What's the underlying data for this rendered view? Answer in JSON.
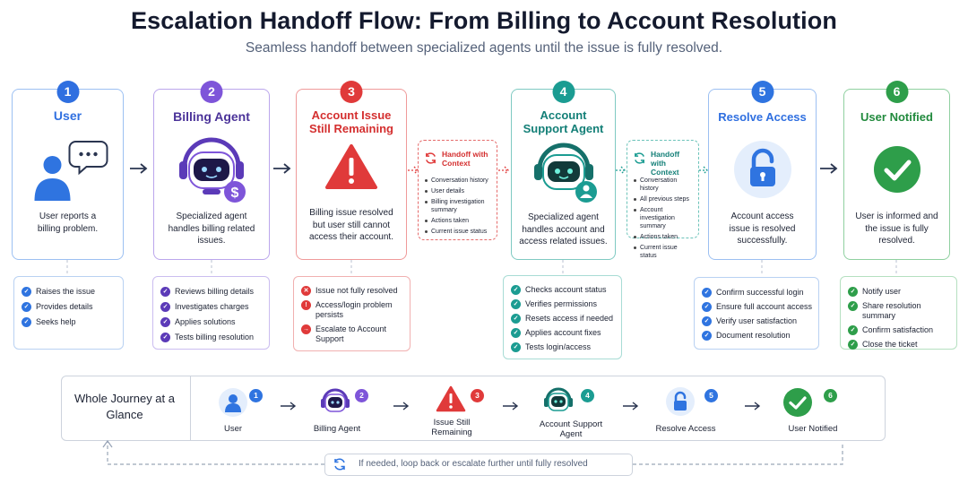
{
  "header": {
    "title": "Escalation Handoff Flow: From Billing to Account Resolution",
    "subtitle": "Seamless handoff between specialized agents until the issue is fully resolved."
  },
  "colors": {
    "blue": "#2f6fe0",
    "purple": "#7e55d9",
    "red": "#e03a3a",
    "teal": "#1b9c92",
    "blue2": "#2f74e0",
    "green": "#2e9e4a"
  },
  "steps": [
    {
      "num": "1",
      "title": "User",
      "desc": "User reports a billing problem.",
      "icon": "user-chat-icon"
    },
    {
      "num": "2",
      "title": "Billing Agent",
      "desc": "Specialized agent handles billing related issues.",
      "icon": "billing-robot-icon"
    },
    {
      "num": "3",
      "title": "Account Issue Still Remaining",
      "desc": "Billing issue resolved but user still cannot access their account.",
      "icon": "warning-icon"
    },
    {
      "num": "4",
      "title": "Account Support Agent",
      "desc": "Specialized agent handles account and access related issues.",
      "icon": "support-robot-icon"
    },
    {
      "num": "5",
      "title": "Resolve Access",
      "desc": "Account access issue is resolved successfully.",
      "icon": "unlock-icon"
    },
    {
      "num": "6",
      "title": "User Notified",
      "desc": "User is informed and the issue is fully resolved.",
      "icon": "checkmark-icon"
    }
  ],
  "handoffs": [
    {
      "title": "Handoff with Context",
      "items": [
        "Conversation history",
        "User details",
        "Billing investigation summary",
        "Actions taken",
        "Current issue status"
      ]
    },
    {
      "title": "Handoff with Context",
      "items": [
        "Conversation history",
        "All previous steps",
        "Account investigation summary",
        "Actions taken",
        "Current issue status"
      ]
    }
  ],
  "details": [
    [
      "Raises the issue",
      "Provides details",
      "Seeks help"
    ],
    [
      "Reviews billing details",
      "Investigates charges",
      "Applies solutions",
      "Tests billing resolution"
    ],
    [
      "Issue not fully resolved",
      "Access/login problem persists",
      "Escalate to Account Support"
    ],
    [
      "Checks account status",
      "Verifies permissions",
      "Resets access if needed",
      "Applies account fixes",
      "Tests login/access"
    ],
    [
      "Confirm successful login",
      "Ensure full account access",
      "Verify user satisfaction",
      "Document resolution"
    ],
    [
      "Notify user",
      "Share resolution summary",
      "Confirm satisfaction",
      "Close the ticket"
    ]
  ],
  "journey": {
    "label": "Whole Journey at a Glance",
    "items": [
      {
        "num": "1",
        "label": "User"
      },
      {
        "num": "2",
        "label": "Billing Agent"
      },
      {
        "num": "3",
        "label": "Issue Still Remaining"
      },
      {
        "num": "4",
        "label": "Account Support Agent"
      },
      {
        "num": "5",
        "label": "Resolve Access"
      },
      {
        "num": "6",
        "label": "User Notified"
      }
    ]
  },
  "loop": {
    "text": "If needed, loop back or escalate further until fully resolved"
  }
}
